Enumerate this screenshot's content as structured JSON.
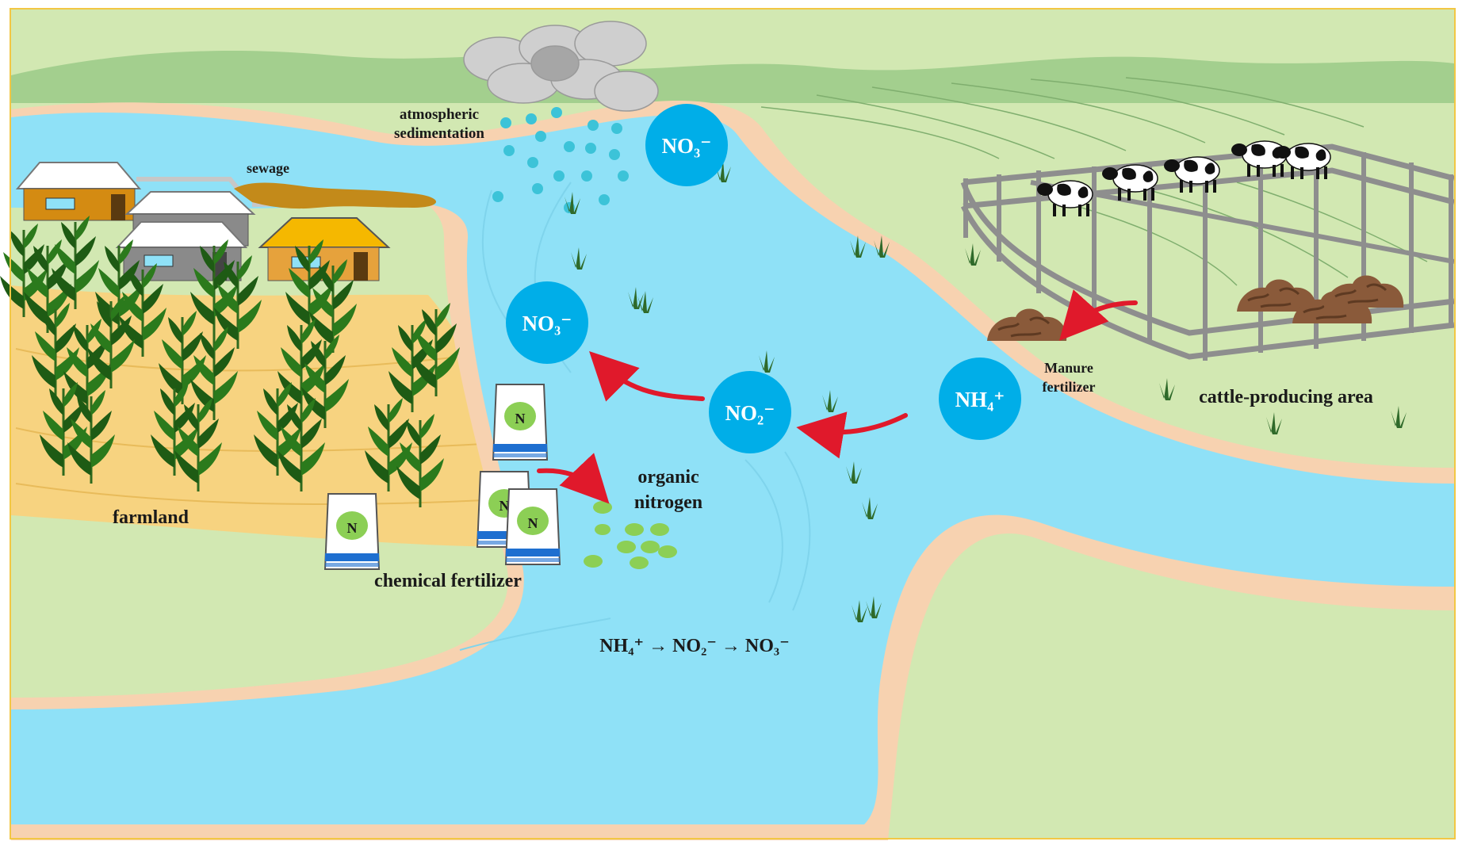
{
  "labels": {
    "atmospheric_line1": "atmospheric",
    "atmospheric_line2": "sedimentation",
    "sewage": "sewage",
    "farmland": "farmland",
    "chemical_fertilizer": "chemical fertilizer",
    "organic_line1": "organic",
    "organic_line2": "nitrogen",
    "manure_line1": "Manure",
    "manure_line2": "fertilizer",
    "cattle_area": "cattle-producing area",
    "reaction": "NH₄⁺ → NO₂⁻ → NO₃⁻"
  },
  "ions": {
    "no3_top": "NO₃⁻",
    "no3_mid": "NO₃⁻",
    "no2": "NO₂⁻",
    "nh4": "NH₄⁺"
  },
  "bag_letter": "N",
  "colors": {
    "grass": "#d2e8b2",
    "river": "#8fe1f7",
    "bank": "#f7d2b0",
    "farmland": "#f7d380",
    "ion_circle": "#00aee8",
    "arrow": "#e0192b",
    "frame": "#f2c744"
  }
}
